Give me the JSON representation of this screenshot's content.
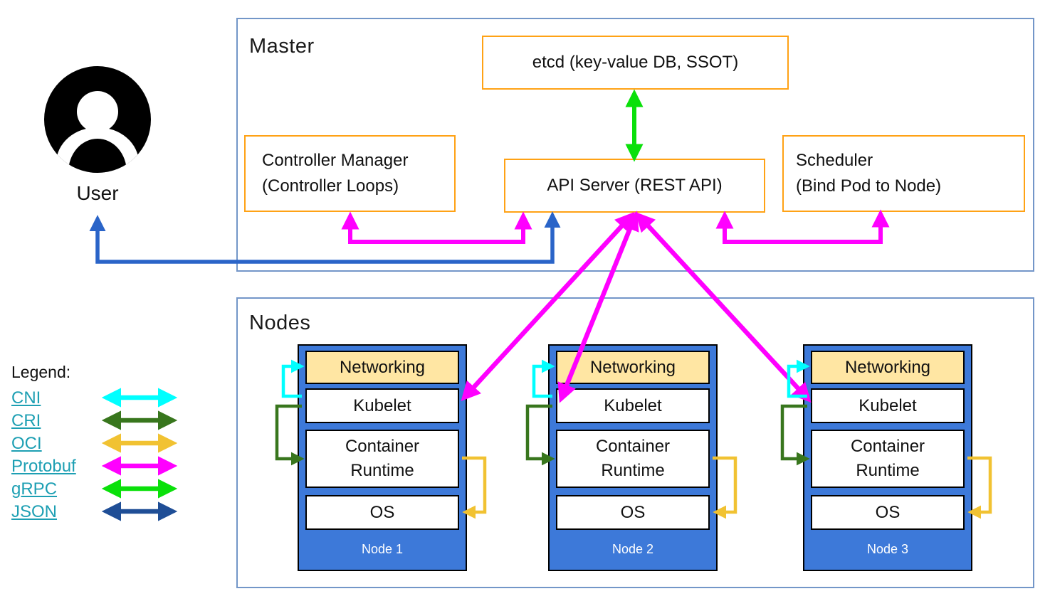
{
  "colors": {
    "cni": "#00ffff",
    "cri": "#38761d",
    "oci": "#f1c232",
    "protobuf": "#ff00ff",
    "grpc": "#0ae00a",
    "json": "#1f4e96",
    "user_json_arrow": "#2a64c8",
    "orange_border": "#ffa215",
    "outer_border": "#7396c8",
    "node_fill": "#3d79d9",
    "networking_fill": "#ffe6a3",
    "legend_link": "#1d9fb3"
  },
  "icons": {
    "user": "account-circle"
  },
  "user": {
    "label": "User"
  },
  "master": {
    "title": "Master",
    "etcd": "etcd (key-value DB, SSOT)",
    "controller_manager": "Controller Manager\n(Controller Loops)",
    "api_server": "API Server (REST API)",
    "scheduler": "Scheduler\n(Bind Pod to Node)"
  },
  "nodes": {
    "title": "Nodes",
    "items": [
      {
        "name": "Node 1",
        "networking": "Networking",
        "kubelet": "Kubelet",
        "runtime": "Container\nRuntime",
        "os": "OS"
      },
      {
        "name": "Node 2",
        "networking": "Networking",
        "kubelet": "Kubelet",
        "runtime": "Container\nRuntime",
        "os": "OS"
      },
      {
        "name": "Node 3",
        "networking": "Networking",
        "kubelet": "Kubelet",
        "runtime": "Container\nRuntime",
        "os": "OS"
      }
    ]
  },
  "legend": {
    "title": "Legend:",
    "items": [
      {
        "label": "CNI",
        "color": "#00ffff"
      },
      {
        "label": "CRI",
        "color": "#38761d"
      },
      {
        "label": "OCI",
        "color": "#f1c232"
      },
      {
        "label": "Protobuf",
        "color": "#ff00ff"
      },
      {
        "label": "gRPC",
        "color": "#0ae00a"
      },
      {
        "label": "JSON",
        "color": "#1f4e96"
      }
    ]
  }
}
